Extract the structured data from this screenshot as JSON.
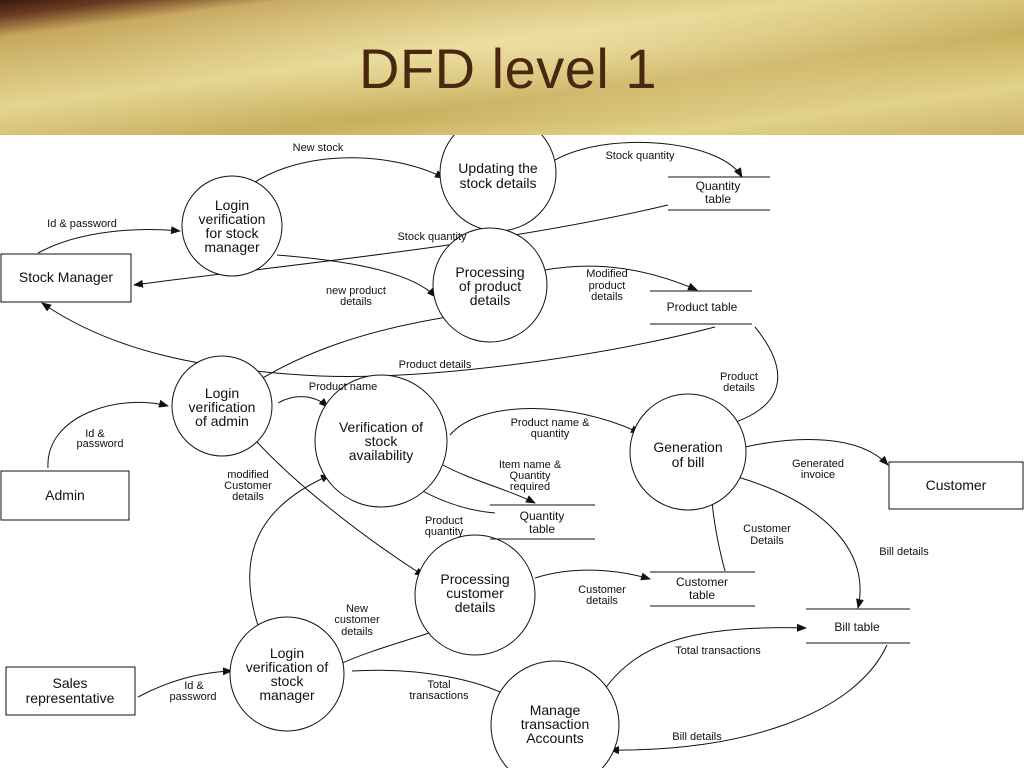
{
  "title": "DFD level 1",
  "processes": [
    {
      "id": "p_upd",
      "lines": [
        "Updating the",
        "stock details"
      ]
    },
    {
      "id": "p_login_sm",
      "lines": [
        "Login",
        "verification",
        "for stock",
        "manager"
      ]
    },
    {
      "id": "p_proc_prod",
      "lines": [
        "Processing",
        "of product",
        "details"
      ]
    },
    {
      "id": "p_login_admin",
      "lines": [
        "Login",
        "verification",
        "of admin"
      ]
    },
    {
      "id": "p_verif",
      "lines": [
        "Verification of",
        "stock",
        "availability"
      ]
    },
    {
      "id": "p_gen_bill",
      "lines": [
        "Generation",
        "of bill"
      ]
    },
    {
      "id": "p_proc_cust",
      "lines": [
        "Processing",
        "customer",
        "details"
      ]
    },
    {
      "id": "p_login_sr",
      "lines": [
        "Login",
        "verification of",
        "stock",
        "manager"
      ]
    },
    {
      "id": "p_manage",
      "lines": [
        "Manage",
        "transaction",
        "Accounts"
      ]
    }
  ],
  "entities": [
    {
      "id": "e_sm",
      "lines": [
        "Stock Manager"
      ]
    },
    {
      "id": "e_admin",
      "lines": [
        "Admin"
      ]
    },
    {
      "id": "e_cust",
      "lines": [
        "Customer"
      ]
    },
    {
      "id": "e_sales",
      "lines": [
        "Sales",
        "representative"
      ]
    }
  ],
  "stores": [
    {
      "id": "s_qty1",
      "lines": [
        "Quantity",
        "table"
      ]
    },
    {
      "id": "s_prod",
      "lines": [
        "Product table"
      ]
    },
    {
      "id": "s_qty2",
      "lines": [
        "Quantity",
        "table"
      ]
    },
    {
      "id": "s_cust",
      "lines": [
        "Customer",
        "table"
      ]
    },
    {
      "id": "s_bill",
      "lines": [
        "Bill table"
      ]
    }
  ],
  "flows": [
    {
      "id": "f_newstock",
      "lines": [
        "New stock"
      ]
    },
    {
      "id": "f_sq1",
      "lines": [
        "Stock quantity"
      ]
    },
    {
      "id": "f_idpw1",
      "lines": [
        "Id & password"
      ]
    },
    {
      "id": "f_sq2",
      "lines": [
        "Stock quantity"
      ]
    },
    {
      "id": "f_modprod",
      "lines": [
        "Modified",
        "product",
        "details"
      ]
    },
    {
      "id": "f_newprod",
      "lines": [
        "new product",
        "details"
      ]
    },
    {
      "id": "f_proddet",
      "lines": [
        "Product details"
      ]
    },
    {
      "id": "f_proddet2",
      "lines": [
        "Product",
        "details"
      ]
    },
    {
      "id": "f_idpw2",
      "lines": [
        "Id &",
        "password"
      ]
    },
    {
      "id": "f_prodname",
      "lines": [
        "Product name"
      ]
    },
    {
      "id": "f_pnq",
      "lines": [
        "Product name &",
        "quantity"
      ]
    },
    {
      "id": "f_modcust",
      "lines": [
        "modified",
        "Customer",
        "details"
      ]
    },
    {
      "id": "f_iqr",
      "lines": [
        "Item name &",
        "Quantity",
        "required"
      ]
    },
    {
      "id": "f_prodqty",
      "lines": [
        "Product",
        "quantity"
      ]
    },
    {
      "id": "f_geninv",
      "lines": [
        "Generated",
        "invoice"
      ]
    },
    {
      "id": "f_custdet",
      "lines": [
        "Customer",
        "Details"
      ]
    },
    {
      "id": "f_billdet1",
      "lines": [
        "Bill details"
      ]
    },
    {
      "id": "f_newcust",
      "lines": [
        "New",
        "customer",
        "details"
      ]
    },
    {
      "id": "f_custdet2",
      "lines": [
        "Customer",
        "details"
      ]
    },
    {
      "id": "f_totaltr1",
      "lines": [
        "Total transactions"
      ]
    },
    {
      "id": "f_idpw3",
      "lines": [
        "Id &",
        "password"
      ]
    },
    {
      "id": "f_totaltr2",
      "lines": [
        "Total",
        "transactions"
      ]
    },
    {
      "id": "f_billdet2",
      "lines": [
        "Bill details"
      ]
    }
  ]
}
